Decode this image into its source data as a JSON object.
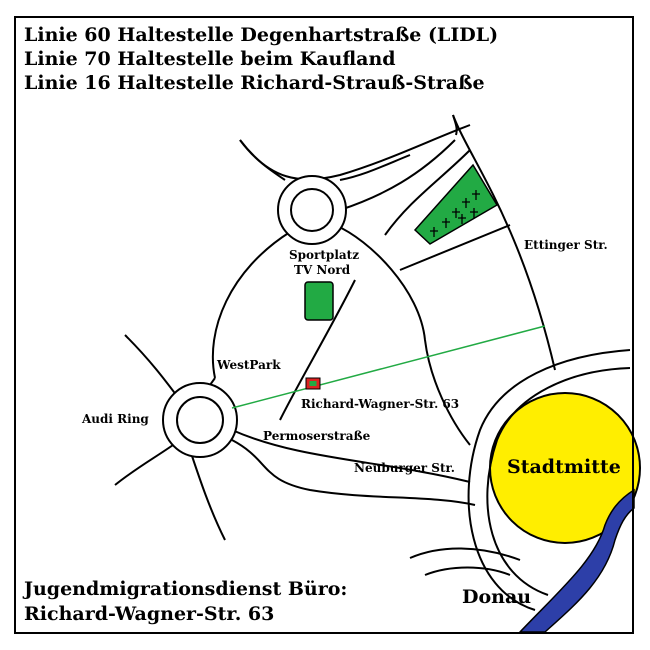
{
  "header": {
    "lines": [
      "Linie 60 Haltestelle Degenhartstraße (LIDL)",
      "Linie 70 Haltestelle beim Kaufland",
      "Linie 16 Haltestelle Richard-Strauß-Straße"
    ]
  },
  "places": {
    "sportplatz": "Sportplatz",
    "tv_nord": "TV Nord",
    "westpark": "WestPark",
    "audi_ring": "Audi Ring",
    "permoserstrasse": "Permoserstraße",
    "neuburger_str": "Neuburger Str.",
    "ettinger_str": "Ettinger Str.",
    "office": "Richard-Wagner-Str. 63",
    "stadtmitte": "Stadtmitte",
    "donau": "Donau"
  },
  "footer": {
    "title": "Jugendmigrationsdienst Büro:",
    "address": "Richard-Wagner-Str. 63"
  },
  "colors": {
    "city_center": "#ffee00",
    "river": "#2d3fa8",
    "park": "#22aa44",
    "office_marker": "#dd2222",
    "route_line": "#22aa44"
  }
}
